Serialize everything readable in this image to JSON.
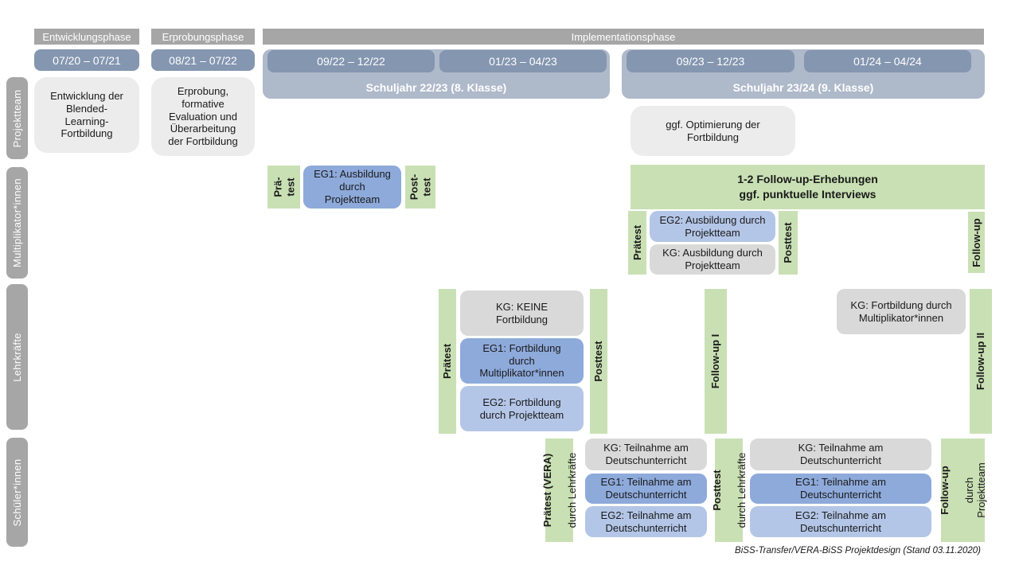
{
  "header": {
    "phases": [
      "Entwicklungsphase",
      "Erprobungsphase",
      "Implementationsphase"
    ],
    "date_ranges": [
      "07/20 – 07/21",
      "08/21 – 07/22",
      "09/22 – 12/22",
      "01/23 – 04/23",
      "09/23 – 12/23",
      "01/24 – 04/24"
    ],
    "school_years": [
      "Schuljahr 22/23 (8. Klasse)",
      "Schuljahr 23/24 (9. Klasse)"
    ]
  },
  "row_labels": [
    "Projektteam",
    "Multiplikator*innen",
    "Lehrkräfte",
    "Schüler*innen"
  ],
  "projektteam": {
    "entwicklung": "Entwicklung der\nBlended-\nLearning-\nFortbildung",
    "erprobung": "Erprobung,\nformative\nEvaluation und\nÜberarbeitung\nder Fortbildung",
    "optimierung": "ggf. Optimierung der\nFortbildung"
  },
  "multiplikatoren": {
    "praetest_short": "Prä-\ntest",
    "eg1": "EG1: Ausbildung\ndurch\nProjektteam",
    "posttest_short": "Post-\ntest",
    "followup_banner": "1-2 Follow-up-Erhebungen\nggf. punktuelle Interviews",
    "praetest": "Prätest",
    "eg2": "EG2: Ausbildung durch\nProjektteam",
    "kg": "KG: Ausbildung durch\nProjektteam",
    "posttest": "Posttest",
    "followup": "Follow-up"
  },
  "lehrkraefte": {
    "praetest": "Prätest",
    "kg": "KG: KEINE\nFortbildung",
    "eg1": "EG1: Fortbildung\ndurch\nMultiplikator*innen",
    "eg2": "EG2: Fortbildung\ndurch Projektteam",
    "posttest": "Posttest",
    "followup1": "Follow-up I",
    "kg2": "KG: Fortbildung durch\nMultiplikator*innen",
    "followup2": "Follow-up II"
  },
  "schueler": {
    "praetest_main": "Prätest (VERA)",
    "praetest_sub": "durch Lehrkräfte",
    "kg": "KG: Teilnahme am\nDeutschunterricht",
    "eg1": "EG1: Teilnahme am\nDeutschunterricht",
    "eg2": "EG2: Teilnahme am\nDeutschunterricht",
    "posttest_main": "Posttest",
    "posttest_sub": "durch Lehrkräfte",
    "followup_main": "Follow-up",
    "followup_sub": "durch\nProjektteam"
  },
  "footer_caption": "BiSS-Transfer/VERA-BiSS Projektdesign (Stand 03.11.2020)",
  "colors": {
    "phase_bar_gray": "#a6a6a6",
    "date_bar_blue": "#8496b0",
    "school_year_band": "#aeb9ca",
    "project_box_gray": "#ececec",
    "kg_box_gray": "#d9d9d9",
    "eg1_blue": "#8eaadb",
    "eg2_blue": "#b4c6e7",
    "measure_green": "#c9e0b4"
  }
}
